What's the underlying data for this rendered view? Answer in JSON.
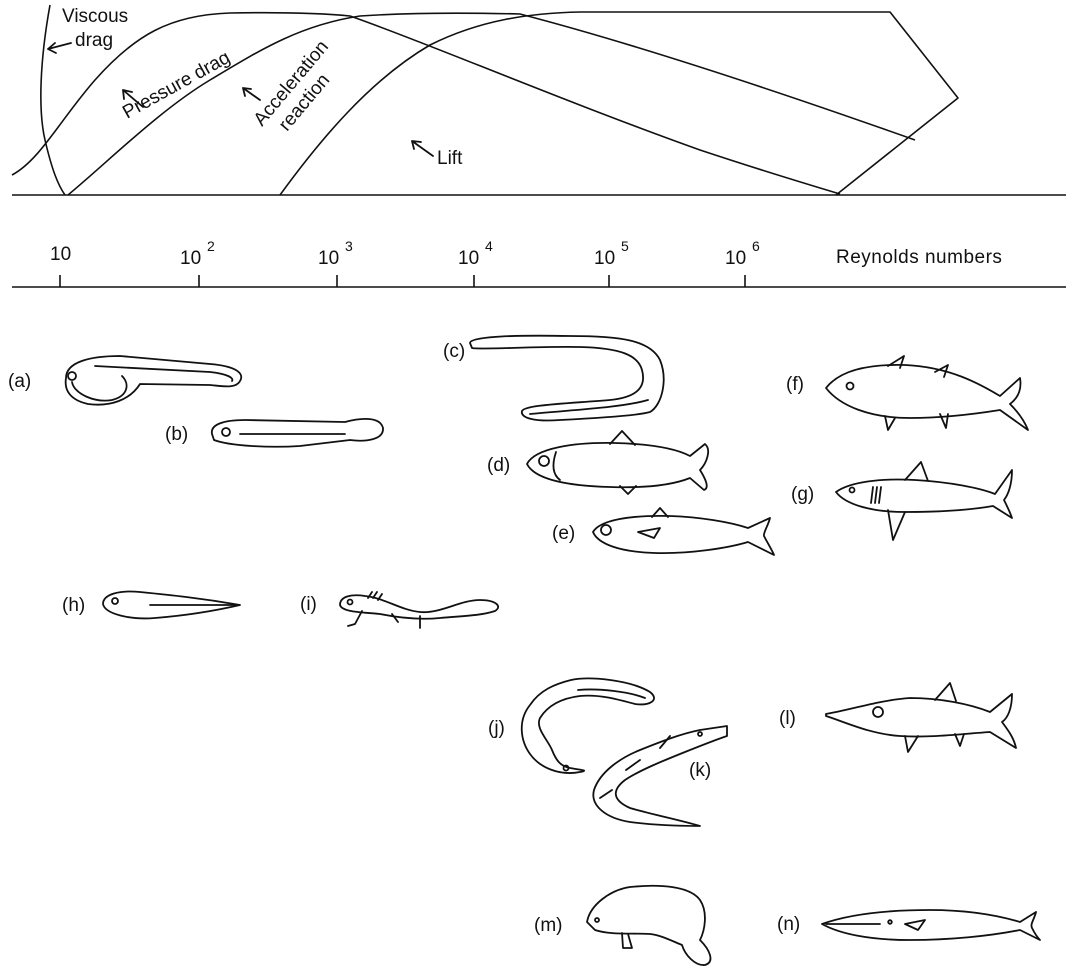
{
  "curve_labels": {
    "viscous_1": "Viscous",
    "viscous_2": "drag",
    "pressure": "Pressure drag",
    "acceleration_1": "Acceleration",
    "acceleration_2": "reaction",
    "lift": "Lift"
  },
  "axis": {
    "title": "Reynolds numbers",
    "ticks": [
      {
        "base": "10",
        "exp": ""
      },
      {
        "base": "10",
        "exp": "2"
      },
      {
        "base": "10",
        "exp": "3"
      },
      {
        "base": "10",
        "exp": "4"
      },
      {
        "base": "10",
        "exp": "5"
      },
      {
        "base": "10",
        "exp": "6"
      }
    ]
  },
  "animals": {
    "a": "(a)",
    "b": "(b)",
    "c": "(c)",
    "d": "(d)",
    "e": "(e)",
    "f": "(f)",
    "g": "(g)",
    "h": "(h)",
    "i": "(i)",
    "j": "(j)",
    "k": "(k)",
    "l": "(l)",
    "m": "(m)",
    "n": "(n)"
  }
}
